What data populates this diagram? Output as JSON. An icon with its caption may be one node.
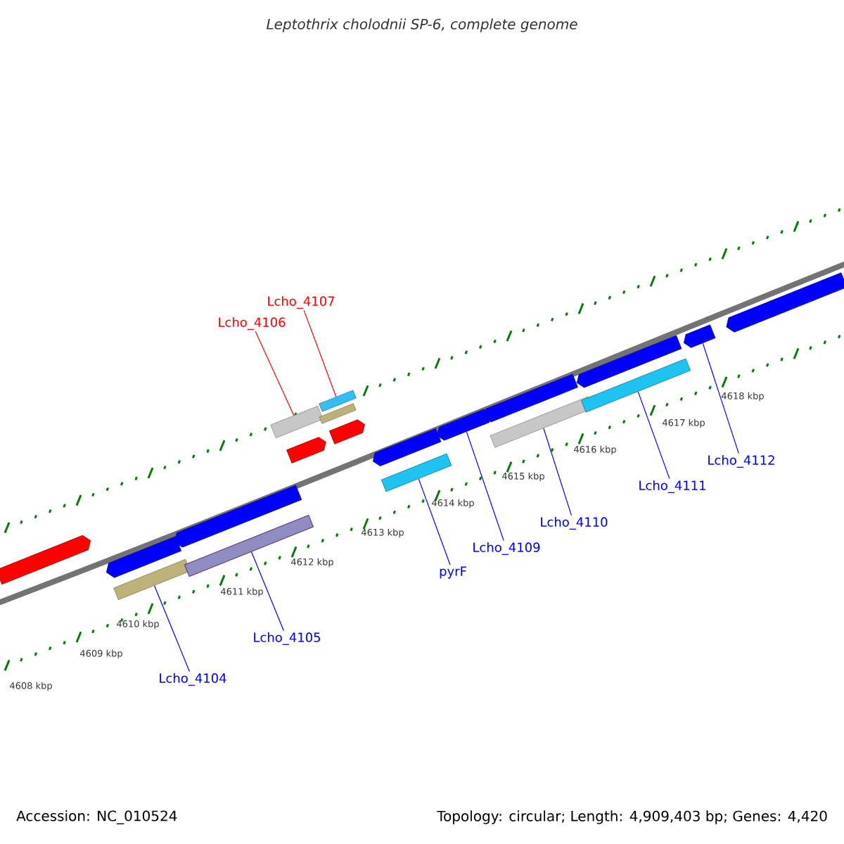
{
  "diagram": {
    "title": "Leptothrix cholodnii SP-6, complete genome",
    "nodes": [
      {
        "text": [
          "Lcho_4107"
        ]
      },
      {
        "text": [
          "Lcho_4106"
        ]
      },
      {
        "text": [],
        "shape": "bar"
      },
      {
        "text": [],
        "shape": "bar"
      },
      {
        "text": [],
        "shape": "bar"
      },
      {
        "text": [],
        "shape": "bar"
      },
      {
        "text": [],
        "shape": "bar"
      },
      {
        "text": [],
        "shape": "bar"
      },
      {
        "text": [],
        "shape": "bar"
      },
      {
        "text": [],
        "shape": "bar"
      },
      {
        "text": [],
        "shape": "bar"
      },
      {
        "text": [],
        "shape": "bar"
      },
      {
        "text": [],
        "shape": "bar"
      },
      {
        "text": [],
        "shape": "bar"
      },
      {
        "text": [],
        "shape": "bar"
      },
      {
        "text": [],
        "shape": "bar"
      },
      {
        "text": [],
        "shape": "bar"
      },
      {
        "text": [],
        "shape": "bar"
      },
      {
        "text": [],
        "shape": "bar"
      },
      {
        "text": [],
        "shape": "bar"
      },
      {
        "text": [],
        "shape": "bar"
      },
      {
        "text": [
          "Lcho_4104"
        ]
      },
      {
        "text": [
          "Lcho_4105"
        ]
      },
      {
        "text": [
          "pyrF"
        ]
      },
      {
        "text": [
          "Lcho_4109"
        ]
      },
      {
        "text": [
          "Lcho_4110"
        ]
      },
      {
        "text": [
          "Lcho_4111"
        ]
      },
      {
        "text": [
          "Lcho_4112"
        ]
      }
    ],
    "edges": [
      {
        "from": 0,
        "to": 9,
        "arrow": "none",
        "color": "#ff0000"
      },
      {
        "from": 1,
        "to": 7,
        "arrow": "none",
        "color": "#ff0000"
      },
      {
        "from": 21,
        "to": 4,
        "arrow": "none"
      },
      {
        "from": 22,
        "to": 6,
        "arrow": "none"
      },
      {
        "from": 23,
        "to": 13,
        "arrow": "none"
      },
      {
        "from": 24,
        "to": 14,
        "arrow": "none"
      },
      {
        "from": 25,
        "to": 16,
        "arrow": "none"
      },
      {
        "from": 26,
        "to": 18,
        "arrow": "none"
      },
      {
        "from": 27,
        "to": 19,
        "arrow": "none"
      }
    ],
    "labels": [
      "4618 kbp",
      "4617 kbp",
      "4616 kbp",
      "4615 kbp",
      "4614 kbp",
      "4613 kbp",
      "4612 kbp",
      "4611 kbp",
      "4610 kbp",
      "4609 kbp",
      "4608 kbp",
      "Accession: NC_010524",
      "Topology: circular; Length: 4,909,403 bp; Genes: 4,420"
    ]
  }
}
